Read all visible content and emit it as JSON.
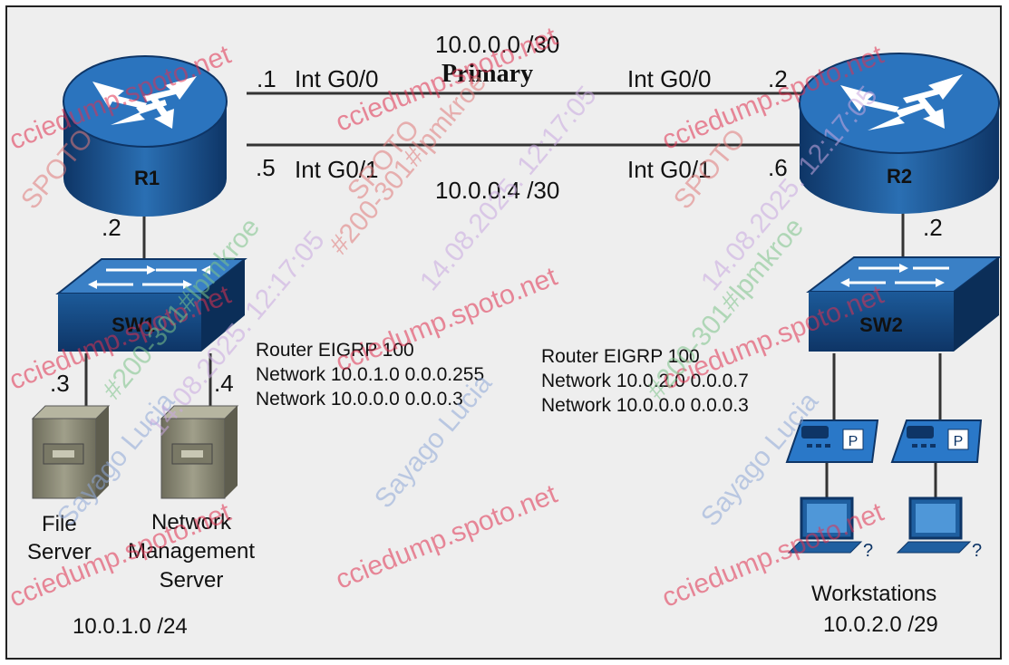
{
  "links": {
    "primary": {
      "subnet": "10.0.0.0 /30",
      "name": "Primary",
      "r1_ip": ".1",
      "r1_interface": "Int G0/0",
      "r2_interface": "Int G0/0",
      "r2_ip": ".2"
    },
    "secondary": {
      "subnet": "10.0.0.4 /30",
      "r1_ip": ".5",
      "r1_interface": "Int G0/1",
      "r2_interface": "Int G0/1",
      "r2_ip": ".6"
    }
  },
  "r1": {
    "name": "R1",
    "lan_ip": ".2",
    "switch": "SW1",
    "config": [
      "Router EIGRP 100",
      "Network 10.0.1.0 0.0.0.255",
      "Network 10.0.0.0 0.0.0.3"
    ],
    "hosts": [
      {
        "ip": ".3",
        "label_lines": [
          "File",
          "Server"
        ]
      },
      {
        "ip": ".4",
        "label_lines": [
          "Network",
          "Management",
          "Server"
        ]
      }
    ],
    "lan_subnet": "10.0.1.0 /24"
  },
  "r2": {
    "name": "R2",
    "lan_ip": ".2",
    "switch": "SW2",
    "config": [
      "Router EIGRP 100",
      "Network 10.0.2.0 0.0.0.7",
      "Network 10.0.0.0 0.0.0.3"
    ],
    "hosts_label": "Workstations",
    "lan_subnet": "10.0.2.0 /29"
  },
  "watermarks": [
    "cciedump.spoto.net",
    "SPOTO",
    "Sayago Lucia",
    "#200-301#lpmkroe",
    "14.08.2025. 12:17:05"
  ],
  "colors": {
    "device_blue": "#1f5fa0",
    "device_dark": "#0e3566",
    "server_gray": "#8c8b78",
    "phone_blue": "#2a78c8"
  }
}
